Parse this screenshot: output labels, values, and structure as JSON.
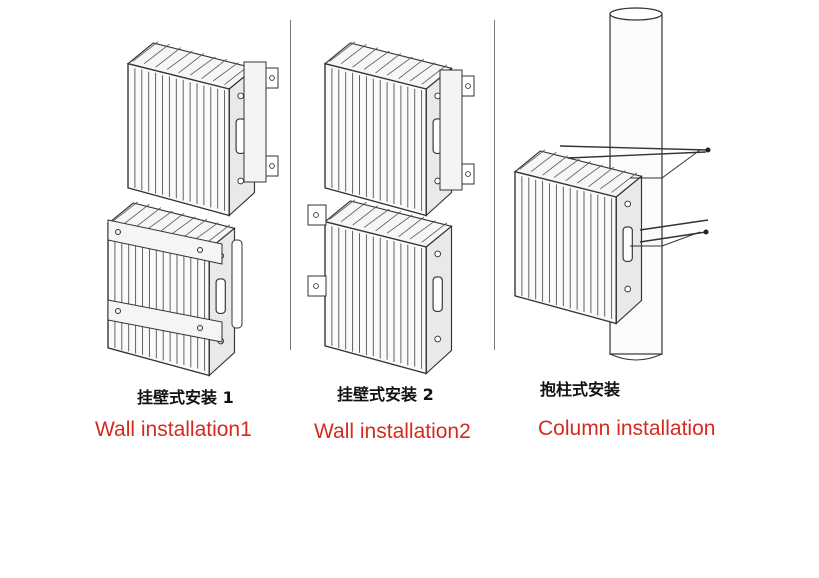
{
  "panels": [
    {
      "id": "wall-1",
      "cn_title": "挂壁式安装 1",
      "en_title": "Wall installation1"
    },
    {
      "id": "wall-2",
      "cn_title": "挂壁式安装 2",
      "en_title": "Wall installation2"
    },
    {
      "id": "column",
      "cn_title": "抱柱式安装",
      "en_title": "Column installation"
    }
  ],
  "colors": {
    "line": "#333333",
    "fill": "#f2f2f2",
    "accent_text": "#d42a20",
    "divider": "#7a7a7a"
  }
}
